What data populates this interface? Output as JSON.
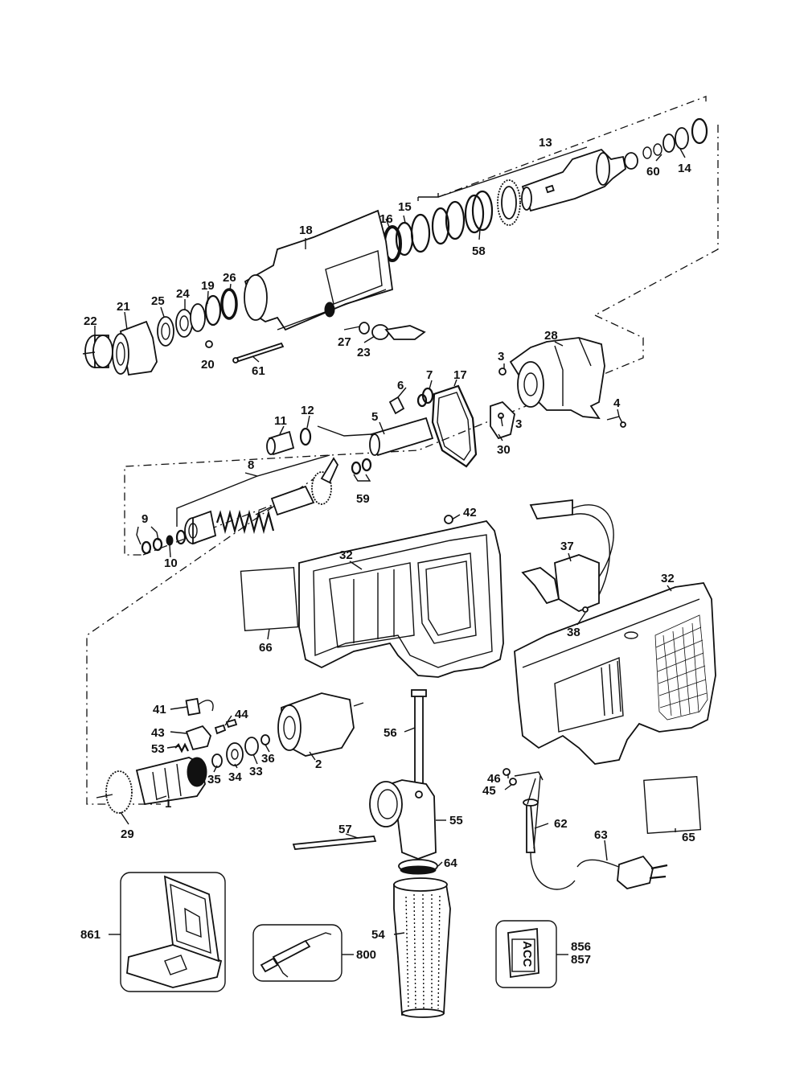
{
  "labels": {
    "p1": "1",
    "p2": "2",
    "p3a": "3",
    "p3b": "3",
    "p4": "4",
    "p5": "5",
    "p6": "6",
    "p7": "7",
    "p8": "8",
    "p9": "9",
    "p10": "10",
    "p11": "11",
    "p12": "12",
    "p13": "13",
    "p14": "14",
    "p15": "15",
    "p16": "16",
    "p17": "17",
    "p18": "18",
    "p19": "19",
    "p20": "20",
    "p21": "21",
    "p22": "22",
    "p23": "23",
    "p24": "24",
    "p25": "25",
    "p26": "26",
    "p27": "27",
    "p28": "28",
    "p29": "29",
    "p30": "30",
    "p32a": "32",
    "p32b": "32",
    "p33": "33",
    "p34": "34",
    "p35": "35",
    "p36": "36",
    "p37": "37",
    "p38": "38",
    "p41": "41",
    "p42": "42",
    "p43": "43",
    "p44": "44",
    "p45": "45",
    "p46": "46",
    "p53": "53",
    "p54": "54",
    "p55": "55",
    "p56": "56",
    "p57": "57",
    "p58": "58",
    "p59": "59",
    "p60": "60",
    "p61": "61",
    "p62": "62",
    "p63": "63",
    "p64": "64",
    "p65": "65",
    "p66": "66",
    "p800": "800",
    "p856": "856",
    "p857": "857",
    "p861": "861"
  },
  "sticker_text": "ACC"
}
